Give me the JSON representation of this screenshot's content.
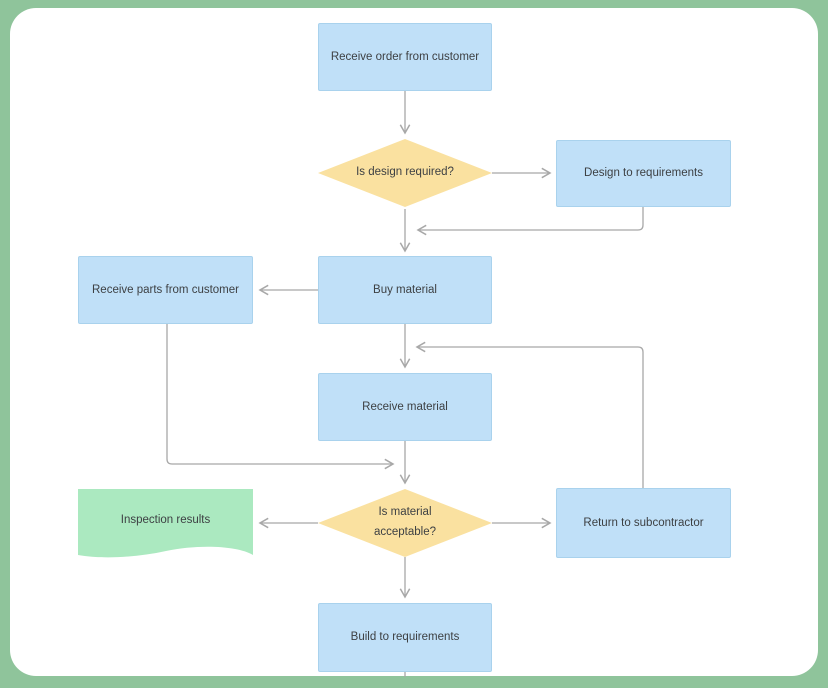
{
  "app": {
    "frame_color": "#8fc49b",
    "canvas_color": "#ffffff"
  },
  "palette": {
    "process_fill": "#c0e0f8",
    "process_border": "#a9d2ed",
    "decision_fill": "#fae1a0",
    "document_fill": "#abe9c0",
    "connector_color": "#a8a8a8",
    "label_color": "#3d4043"
  },
  "nodes": [
    {
      "id": "receive-order-from-customer",
      "type": "process",
      "label": "Receive order from customer"
    },
    {
      "id": "is-design-required",
      "type": "decision",
      "label": "Is design required?"
    },
    {
      "id": "design-to-requirements",
      "type": "process",
      "label": "Design to requirements"
    },
    {
      "id": "receive-parts-from-customer",
      "type": "process",
      "label": "Receive parts from customer"
    },
    {
      "id": "buy-material",
      "type": "process",
      "label": "Buy material"
    },
    {
      "id": "receive-material",
      "type": "process",
      "label": "Receive material"
    },
    {
      "id": "inspection-results",
      "type": "document",
      "label": "Inspection results"
    },
    {
      "id": "is-material-acceptable",
      "type": "decision",
      "label": "Is material acceptable?"
    },
    {
      "id": "return-to-subcontractor",
      "type": "process",
      "label": "Return to subcontractor"
    },
    {
      "id": "build-to-requirements",
      "type": "process",
      "label": "Build to requirements"
    }
  ],
  "edges": [
    {
      "from": "receive-order-from-customer",
      "to": "is-design-required"
    },
    {
      "from": "is-design-required",
      "to": "design-to-requirements"
    },
    {
      "from": "is-design-required",
      "to": "buy-material"
    },
    {
      "from": "design-to-requirements",
      "to": "buy-material"
    },
    {
      "from": "buy-material",
      "to": "receive-parts-from-customer"
    },
    {
      "from": "buy-material",
      "to": "receive-material"
    },
    {
      "from": "return-to-subcontractor",
      "to": "receive-material"
    },
    {
      "from": "receive-material",
      "to": "is-material-acceptable"
    },
    {
      "from": "receive-parts-from-customer",
      "to": "is-material-acceptable"
    },
    {
      "from": "is-material-acceptable",
      "to": "inspection-results"
    },
    {
      "from": "is-material-acceptable",
      "to": "return-to-subcontractor"
    },
    {
      "from": "is-material-acceptable",
      "to": "build-to-requirements"
    }
  ]
}
